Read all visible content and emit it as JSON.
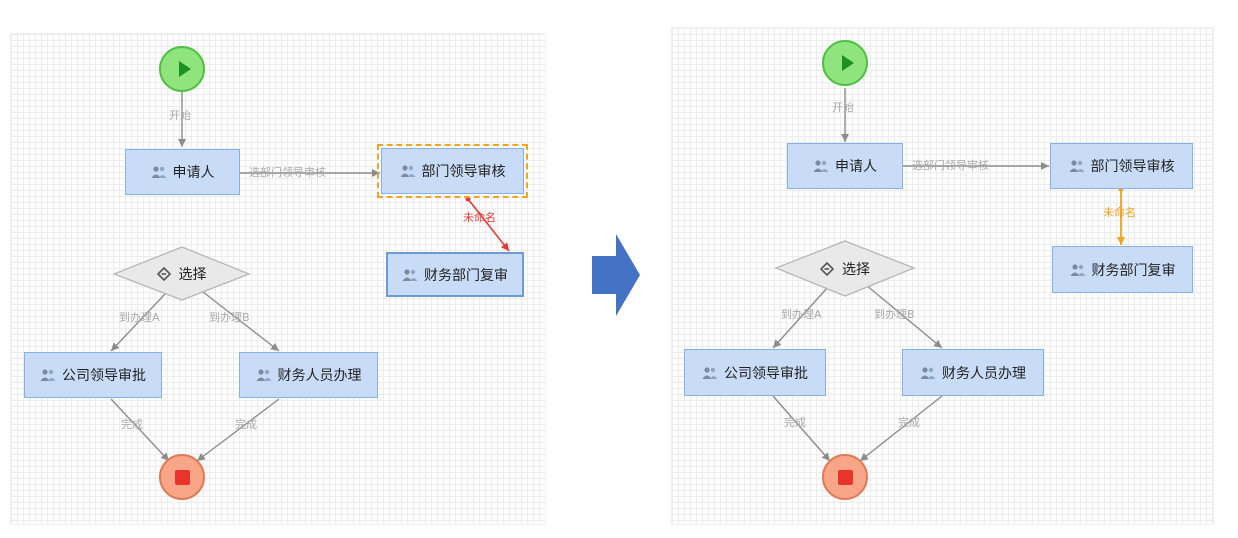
{
  "colors": {
    "node_fill": "#c9dcf7",
    "node_border": "#86b1e6",
    "edge": "#8c8c8c",
    "edge_label": "#a9a9a9",
    "highlight_selected": "#f2a426",
    "highlight_edge_left": "#e53935",
    "highlight_edge_right": "#f2a21b",
    "arrow": "#4472c4"
  },
  "left": {
    "nodes": {
      "start": "开始",
      "applicant": "申请人",
      "dept_leader": "部门领导审核",
      "finance_review": "财务部门复审",
      "choice": "选择",
      "company_leader": "公司领导审批",
      "finance_staff": "财务人员办理"
    },
    "edges": {
      "start_label": "开始",
      "to_dept": "选部门领导审核",
      "unnamed": "未命名",
      "to_a": "到办理A",
      "to_b": "到办理B",
      "done_left": "完成",
      "done_right": "完成"
    }
  },
  "right": {
    "nodes": {
      "applicant": "申请人",
      "dept_leader": "部门领导审核",
      "finance_review": "财务部门复审",
      "choice": "选择",
      "company_leader": "公司领导审批",
      "finance_staff": "财务人员办理"
    },
    "edges": {
      "start_label": "开始",
      "to_dept": "选部门领导审核",
      "unnamed": "未命名",
      "to_a": "到办理A",
      "to_b": "到办理B",
      "done_left": "完成",
      "done_right": "完成"
    }
  }
}
